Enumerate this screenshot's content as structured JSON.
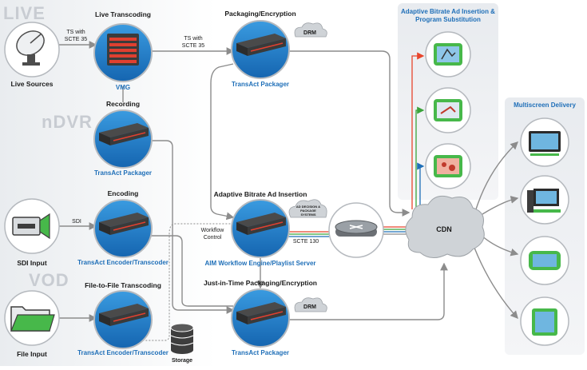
{
  "sections": {
    "live": "LIVE",
    "ndvr": "nDVR",
    "vod": "VOD"
  },
  "sources": {
    "live": "Live Sources",
    "sdi": "SDI Input",
    "file": "File Input"
  },
  "nodes": {
    "live_transcoding": {
      "title": "Live Transcoding",
      "product": "VMG"
    },
    "recording": {
      "title": "Recording",
      "product": "TransAct Packager"
    },
    "encoding": {
      "title": "Encoding",
      "product": "TransAct Encoder/Transcoder"
    },
    "file_transcoding": {
      "title": "File-to-File Transcoding",
      "product": "TransAct Encoder/Transcoder"
    },
    "packaging": {
      "title": "Packaging/Encryption",
      "product": "TransAct Packager"
    },
    "ad_insertion": {
      "title": "Adaptive Bitrate Ad Insertion",
      "product": "AIM Workflow Engine/Playlist Server"
    },
    "jit_packaging": {
      "title": "Just-in-Time Packaging/Encryption",
      "product": "TransAct Packager"
    }
  },
  "labels": {
    "ts_scte_1a": "TS with",
    "ts_scte_1b": "SCTE 35",
    "ts_scte_2a": "TS with",
    "ts_scte_2b": "SCTE 35",
    "sdi": "SDI",
    "workflow_a": "Workflow",
    "workflow_b": "Control",
    "scte130": "SCTE 130",
    "storage": "Storage",
    "drm_1": "DRM",
    "drm_2": "DRM",
    "cdn": "CDN",
    "ad_decision_a": "AD DECISION &",
    "ad_decision_b": "PACKAGE",
    "ad_decision_c": "SYSTEMS"
  },
  "panels": {
    "ad_substitution_a": "Adaptive Bitrate Ad Insertion &",
    "ad_substitution_b": "Program Substitution",
    "multiscreen": "Multiscreen Delivery"
  },
  "colors": {
    "node_blue": "#1f7ec8",
    "accent_blue": "#1f6fb8",
    "flow_gray": "#8c8c8c",
    "red_flow": "#e8452c",
    "green_flow": "#3ba33a",
    "device_green": "#47b84a"
  },
  "icons": {
    "live": "satellite-dish-icon",
    "sdi": "video-camera-icon",
    "file": "folder-icon",
    "router": "router-icon",
    "storage": "database-icon",
    "server": "server-appliance-icon"
  }
}
